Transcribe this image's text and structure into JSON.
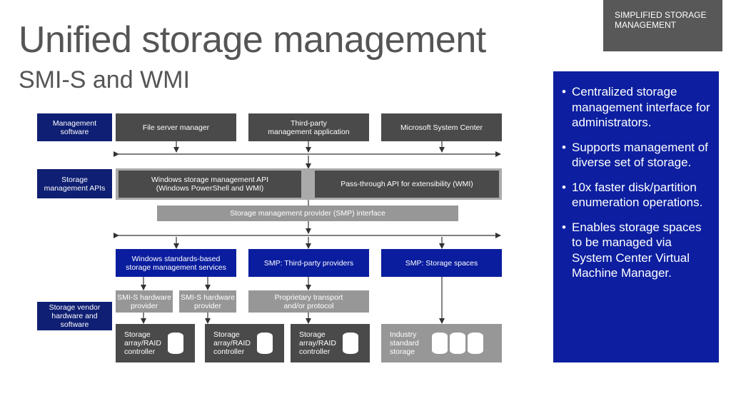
{
  "title": "Unified storage management",
  "subtitle": "SMI-S and WMI",
  "tag": "SIMPLIFIED STORAGE\nMANAGEMENT",
  "diagram": {
    "labels": {
      "management_software": "Management\nsoftware",
      "storage_apis": "Storage\nmanagement APIs",
      "vendor": "Storage vendor\nhardware and\nsoftware"
    },
    "top_row": [
      "File server manager",
      "Third-party\nmanagement application",
      "Microsoft System Center"
    ],
    "api_row": [
      "Windows storage management API\n(Windows PowerShell and WMI)",
      "Pass-through API for extensibility (WMI)"
    ],
    "smp_interface": "Storage management provider (SMP) interface",
    "services_row": [
      "Windows standards-based\nstorage management services",
      "SMP: Third-party providers",
      "SMP: Storage spaces"
    ],
    "providers_row": [
      "SMI-S hardware\nprovider",
      "SMI-S hardware\nprovider",
      "Proprietary transport\nand/or protocol"
    ],
    "storage_row": [
      "Storage\narray/RAID\ncontroller",
      "Storage\narray/RAID\ncontroller",
      "Storage\narray/RAID\ncontroller",
      "Industry\nstandard\nstorage"
    ]
  },
  "bullets": [
    "Centralized storage management interface for administrators.",
    "Supports management of diverse set of storage.",
    "10x faster disk/partition enumeration operations.",
    "Enables storage spaces to be managed via System Center Virtual Machine Manager."
  ],
  "colors": {
    "navy": "#0f1f73",
    "accent_blue": "#0a1d9e",
    "dark_gray": "#4a4a4a",
    "mid_gray": "#979797",
    "sidebar_blue": "#0d1fa0"
  }
}
